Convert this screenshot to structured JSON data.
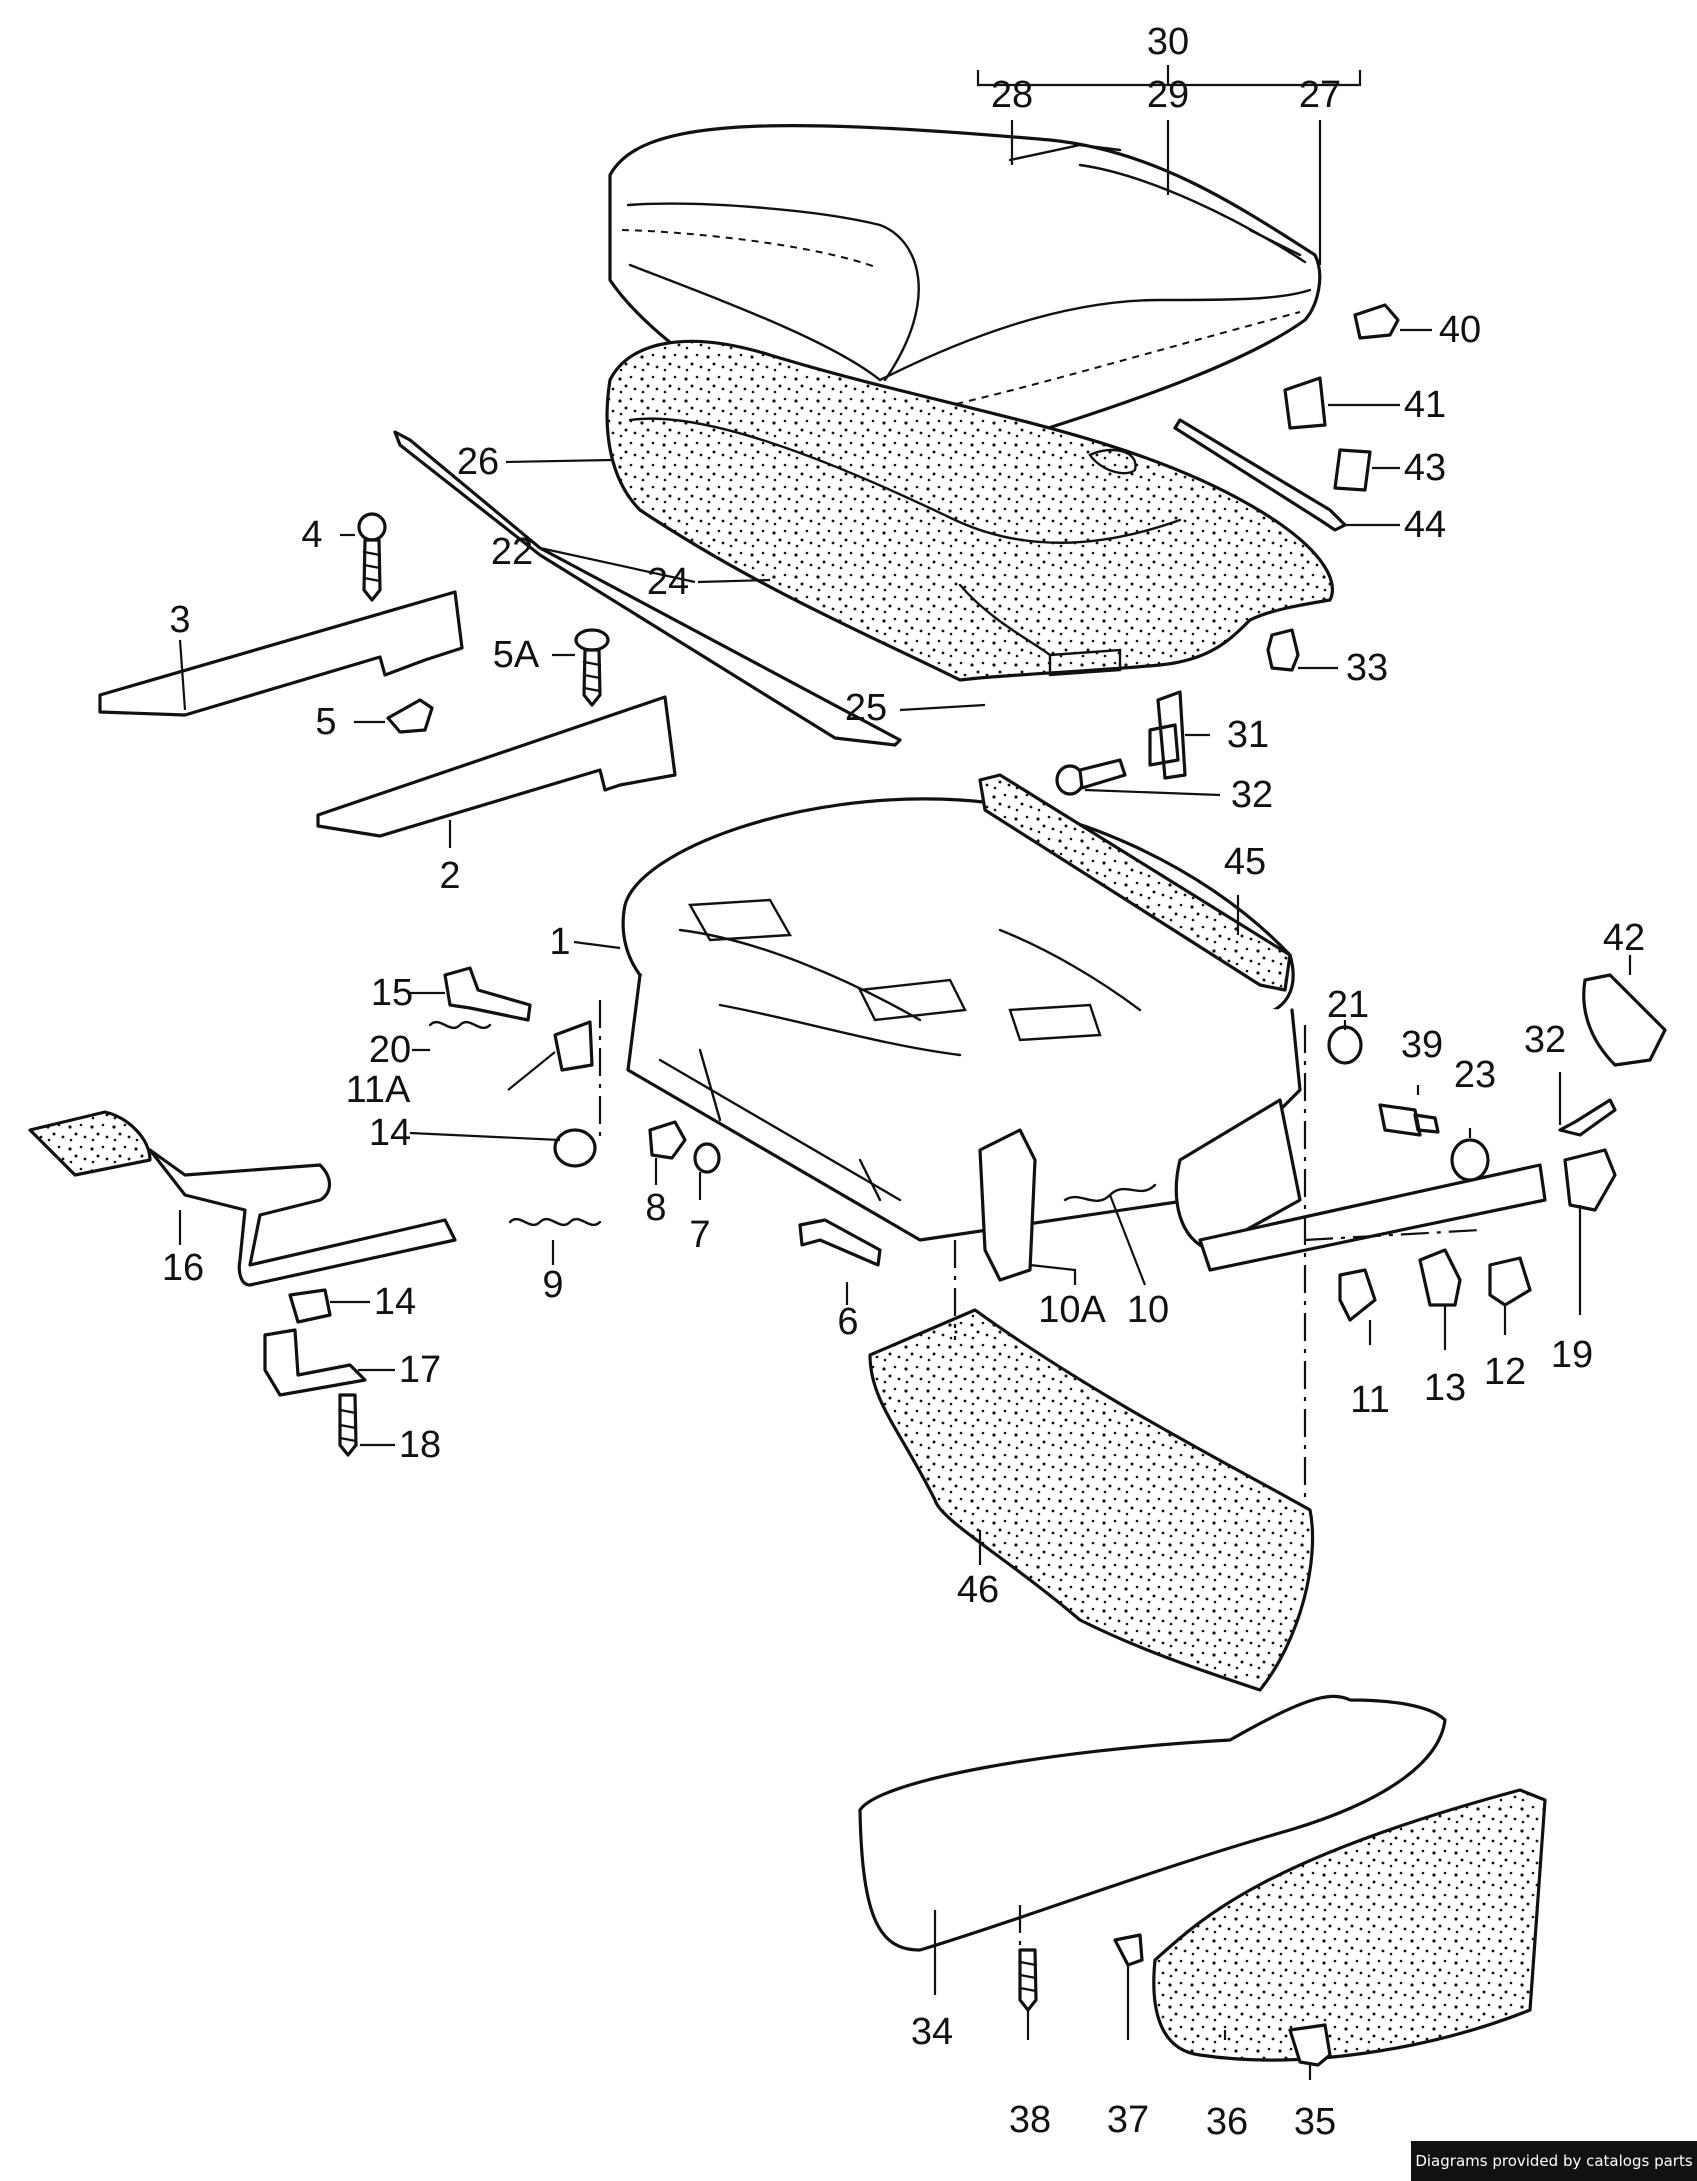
{
  "credit": "Diagrams provided by catalogs parts",
  "callouts": [
    {
      "id": "c30",
      "label": "30"
    },
    {
      "id": "c28",
      "label": "28"
    },
    {
      "id": "c29",
      "label": "29"
    },
    {
      "id": "c27",
      "label": "27"
    },
    {
      "id": "c40",
      "label": "40"
    },
    {
      "id": "c41",
      "label": "41"
    },
    {
      "id": "c43",
      "label": "43"
    },
    {
      "id": "c44",
      "label": "44"
    },
    {
      "id": "c26",
      "label": "26"
    },
    {
      "id": "c22",
      "label": "22"
    },
    {
      "id": "c24",
      "label": "24"
    },
    {
      "id": "c25",
      "label": "25"
    },
    {
      "id": "c33",
      "label": "33"
    },
    {
      "id": "c31",
      "label": "31"
    },
    {
      "id": "c32a",
      "label": "32"
    },
    {
      "id": "c4",
      "label": "4"
    },
    {
      "id": "c3",
      "label": "3"
    },
    {
      "id": "c5A",
      "label": "5A"
    },
    {
      "id": "c5",
      "label": "5"
    },
    {
      "id": "c2",
      "label": "2"
    },
    {
      "id": "c45",
      "label": "45"
    },
    {
      "id": "c1",
      "label": "1"
    },
    {
      "id": "c42",
      "label": "42"
    },
    {
      "id": "c15",
      "label": "15"
    },
    {
      "id": "c20",
      "label": "20"
    },
    {
      "id": "c11A",
      "label": "11A"
    },
    {
      "id": "c21",
      "label": "21"
    },
    {
      "id": "c39",
      "label": "39"
    },
    {
      "id": "c23",
      "label": "23"
    },
    {
      "id": "c32b",
      "label": "32"
    },
    {
      "id": "c14a",
      "label": "14"
    },
    {
      "id": "c8",
      "label": "8"
    },
    {
      "id": "c7",
      "label": "7"
    },
    {
      "id": "c16",
      "label": "16"
    },
    {
      "id": "c9",
      "label": "9"
    },
    {
      "id": "c6",
      "label": "6"
    },
    {
      "id": "c10A",
      "label": "10A"
    },
    {
      "id": "c10",
      "label": "10"
    },
    {
      "id": "c19",
      "label": "19"
    },
    {
      "id": "c14b",
      "label": "14"
    },
    {
      "id": "c11",
      "label": "11"
    },
    {
      "id": "c13",
      "label": "13"
    },
    {
      "id": "c12",
      "label": "12"
    },
    {
      "id": "c17",
      "label": "17"
    },
    {
      "id": "c18",
      "label": "18"
    },
    {
      "id": "c46",
      "label": "46"
    },
    {
      "id": "c34",
      "label": "34"
    },
    {
      "id": "c38",
      "label": "38"
    },
    {
      "id": "c37",
      "label": "37"
    },
    {
      "id": "c36",
      "label": "36"
    },
    {
      "id": "c35",
      "label": "35"
    }
  ]
}
